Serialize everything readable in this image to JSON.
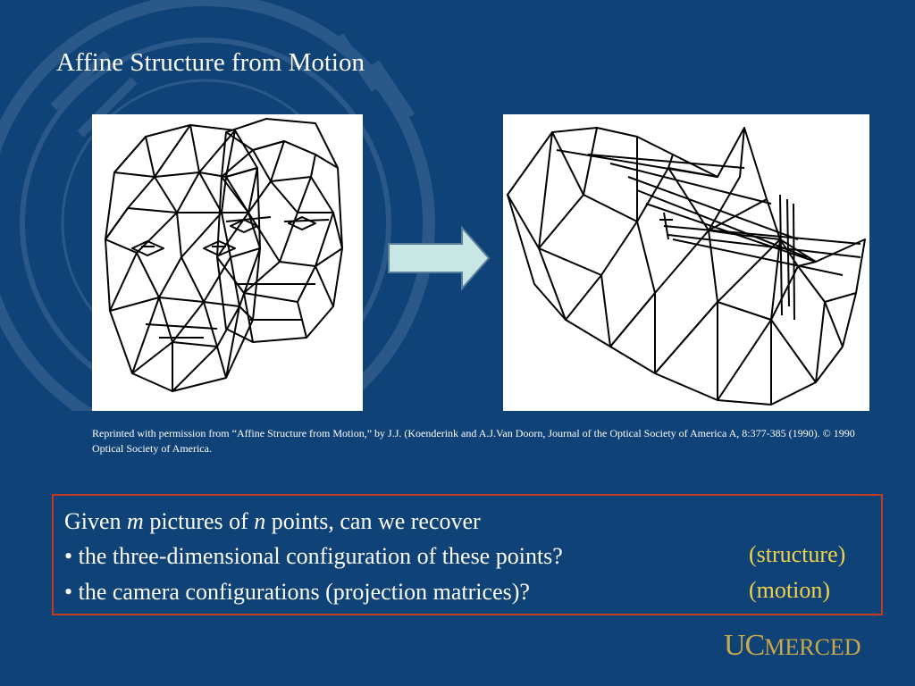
{
  "slide": {
    "title": "Affine Structure from Motion",
    "caption": "Reprinted with permission from “Affine Structure from Motion,” by J.J. (Koenderink and  A.J.Van Doorn, Journal of the Optical Society of America A, 8:377-385 (1990). ©  1990 Optical Society of America.",
    "question": {
      "line1_pre": "Given ",
      "line1_m": "m",
      "line1_mid": " pictures of ",
      "line1_n": "n",
      "line1_post": " points, can we recover",
      "line2": "• the three-dimensional configuration of these points?",
      "line3": "• the camera configurations (projection matrices)?",
      "tag_structure": "(structure)",
      "tag_motion": "(motion)"
    },
    "logo": {
      "uc": "UC",
      "merced": "MERCED"
    }
  },
  "colors": {
    "background": "#0f4276",
    "box_border": "#c23b22",
    "tag_text": "#f2d24a",
    "arrow_fill": "#c7e6e4",
    "logo_gold": "#c9a94a"
  },
  "icons": {
    "arrow": "right-arrow-icon",
    "seal": "university-seal-watermark"
  }
}
